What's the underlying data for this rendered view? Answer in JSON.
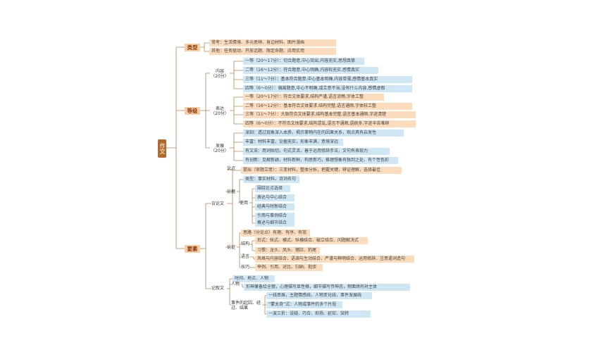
{
  "root": "作文",
  "types": {
    "label": "类型",
    "items": [
      "常考：生活情境、多元思辨、身边材料、图片漫画",
      "其他：任务驱动、开放话题、限定命题、应用实用"
    ]
  },
  "grading": {
    "label": "等级",
    "content": {
      "label": "内容",
      "score": "（20分）",
      "items": [
        "一等（20～17分）：切合题意,中心突出,内容充实,思想真挚",
        "二等（16～12分）：符合题意,中心明确,内容较充实,感情真实",
        "三等（11～7分）：基本符合题意,中心基本明确,内容单薄,感情基本真实",
        "四等（6～0分）：偏离题意,中心不明确,或立意不当,没有什么内容,感情虚假"
      ]
    },
    "expression": {
      "label": "表达",
      "score": "（20分）",
      "items": [
        "一等（20～17分）：符合文体要求,结构严谨,语言流畅,字体工整",
        "二等（16～12分）：基本符合文体要求,结构完整,语言通顺,字体较工整",
        "三等（11～7分）：大致符合文体要求,结构基本完整,语言基本通顺,字迹清楚",
        "四等（6～0分）：不符合文体要求,结构混乱,语言不通顺,语病多,字迹辛苦难辨"
      ]
    },
    "development": {
      "label": "发展",
      "score": "（20分）",
      "items": [
        "深刻：透过现象深入本质，揭示事物内在的因果关系，观点具有启发性",
        "丰富：材料丰富，论据充实，形象丰满，意境深远",
        "有文采：用词贴切，句式灵活，善于运用修辞手法，文句有表现力",
        "有创新：见解新颖，材料新鲜，构思新巧，推理想象有独到之处，有个性色彩"
      ]
    }
  },
  "elements": {
    "label": "要素",
    "argumentative": {
      "label": "议论文",
      "thesis": {
        "label": "论点",
        "item": "提出（审题立意）：三变材料，整体分析，把握关键，辨证理解，选择最佳"
      },
      "evidence": {
        "label": "论据",
        "types": "类型：事实材料、诗词名句",
        "use_label": "使用",
        "use_items": [
          "围绕论点选择",
          "表达与中心结合",
          "经典与时新结合",
          "引用与事例结合",
          "概述与细节结合"
        ]
      },
      "argumentation": {
        "label": "论证",
        "idea": "思路（分论点）有理、有序、有效",
        "structure_label": "结构",
        "structure_items": [
          "形式：纵式、横式、纵横结合、破立结合、问题解决式",
          "习惯：龙头、凤头、猪肚、豹尾"
        ],
        "language_label": "语言",
        "language_item": "风格与内容结合、语调与生动结合、严谨与鲜明结合、运用修辞、注意遣词造句",
        "skill_label": "技巧",
        "skill_item": "举例、引用、对比、归纳、批驳"
      }
    },
    "narrative": {
      "label": "记叙文",
      "basic": "时间、地点、人物",
      "character_label": "人物",
      "character_item": "形神兼备绘全貌，心理描写显性格，细节描写传神态，侧面烘托衬主体",
      "event_label": "事件的起因、经过、结果",
      "event_items": [
        "一线串珠，主题情感线，人物变化线，事件发展线",
        "“蒙太奇”式：人物或事件的多个片段",
        "一波三折：设疑、巧合、抑扬、延宕、突转"
      ]
    }
  },
  "colors": {
    "root": "#b06a2c",
    "level1": "#f8cfa4",
    "peach_leaf": "#fcdcbc",
    "blue_leaf": "#cfe6f5",
    "connector": "#b58557"
  }
}
